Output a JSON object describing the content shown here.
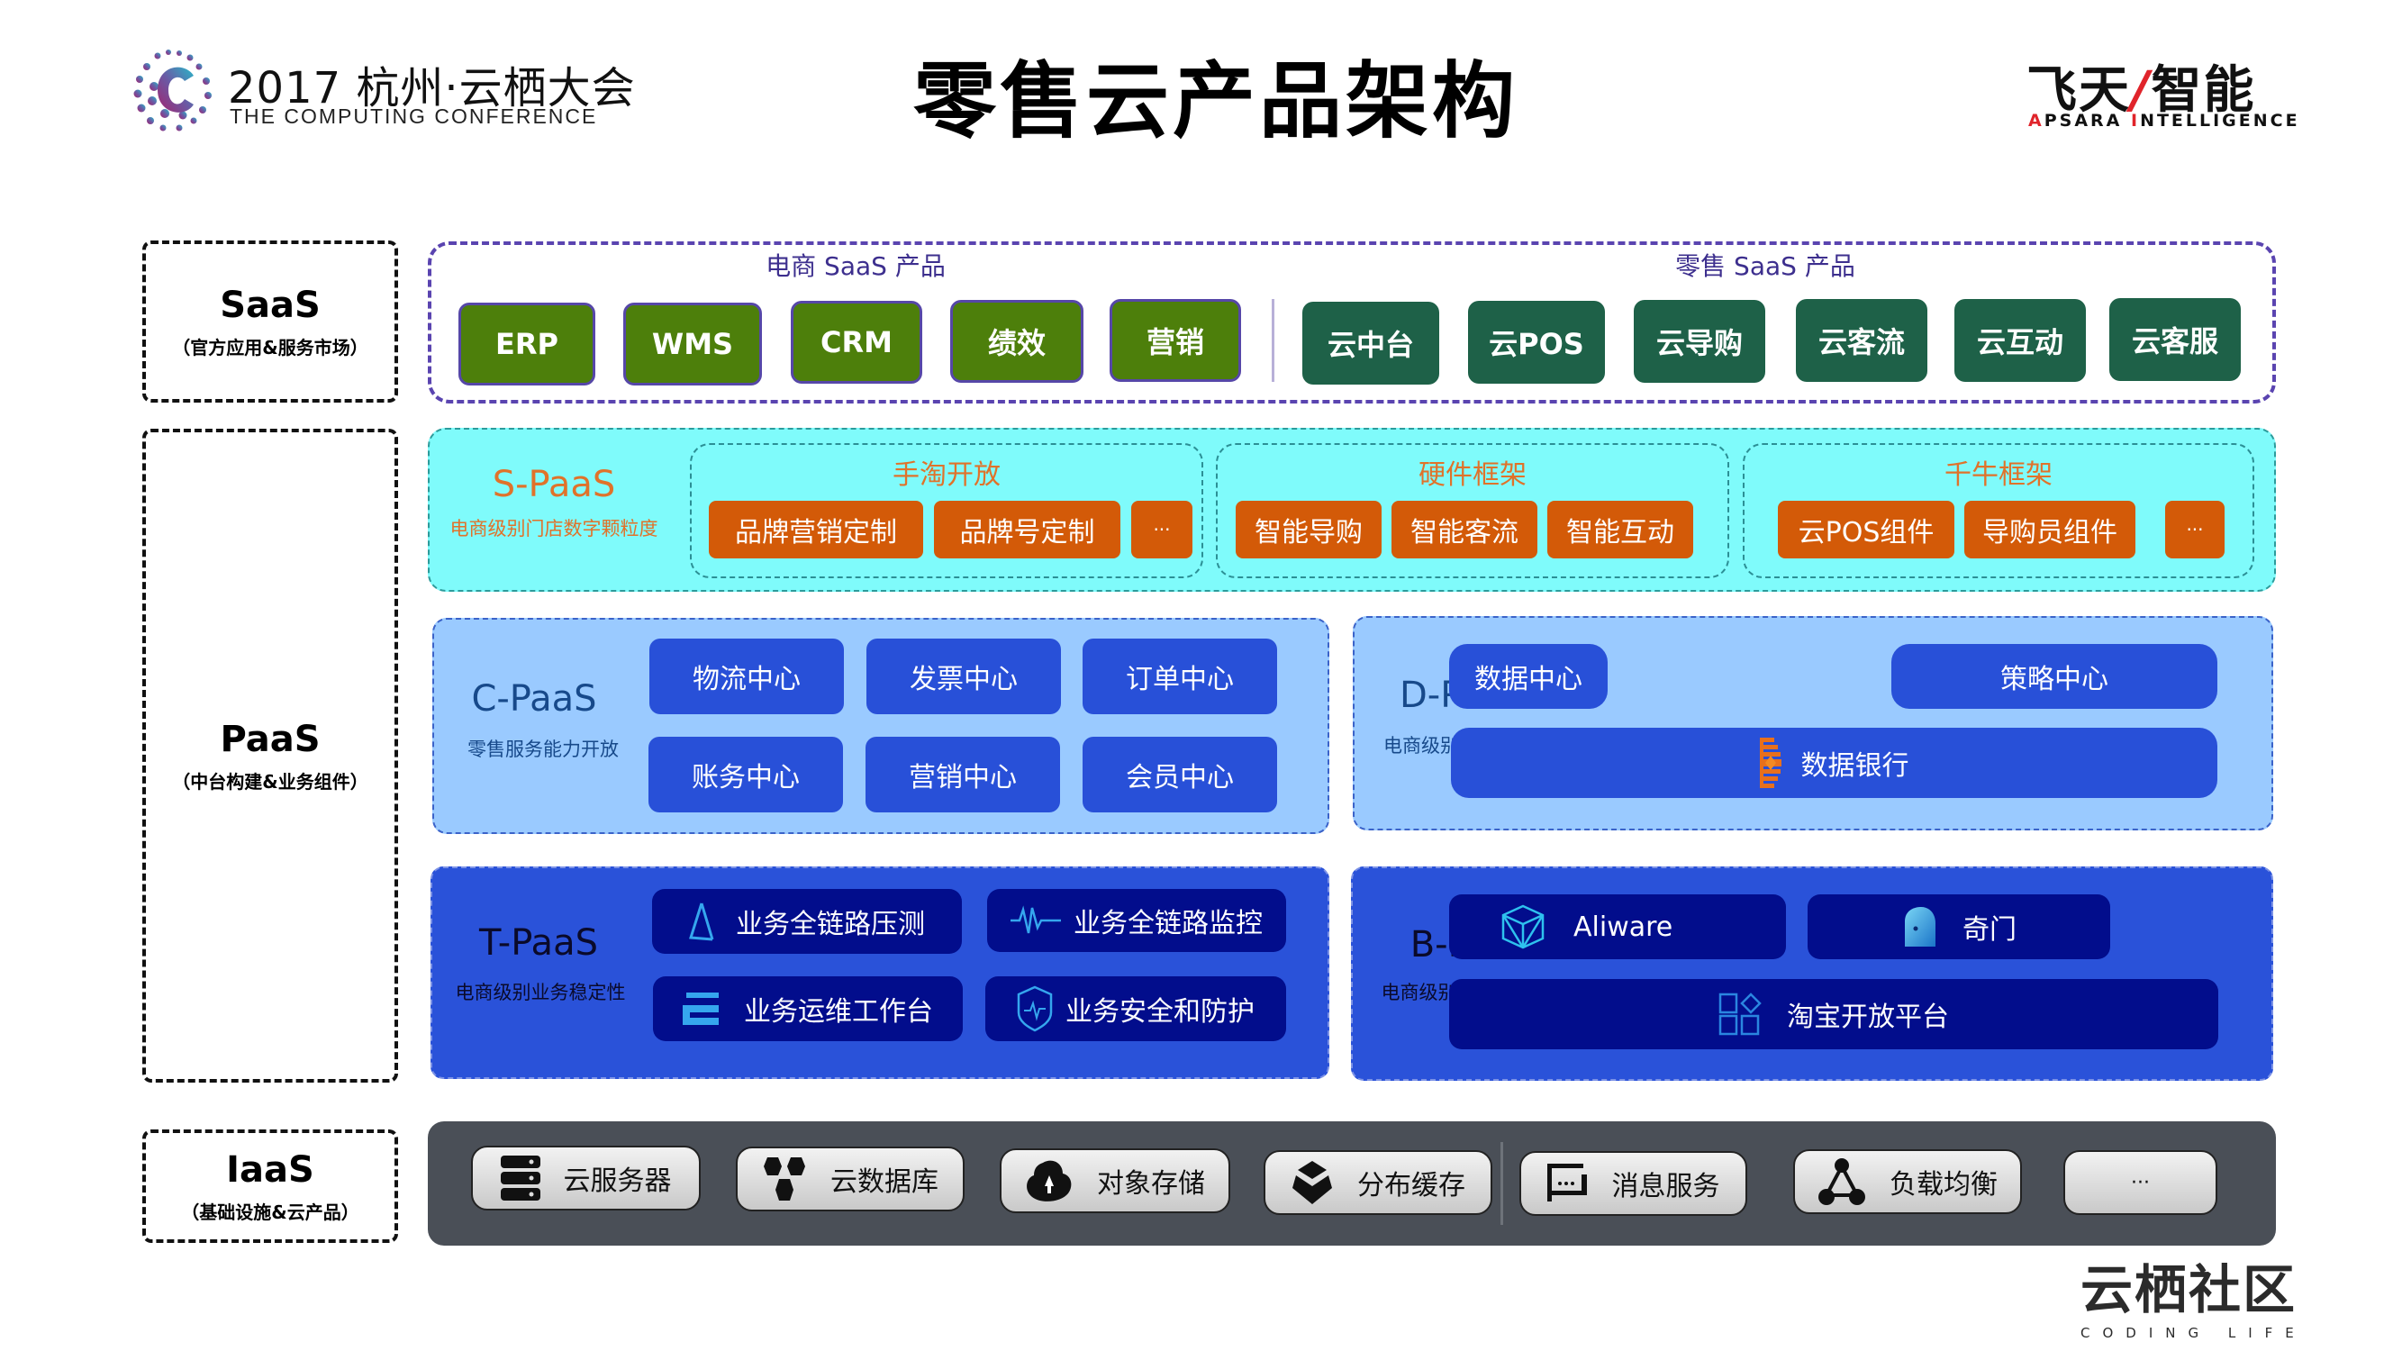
{
  "header": {
    "conference_title": "2017 杭州·云栖大会",
    "conference_subtitle": "THE COMPUTING CONFERENCE",
    "page_title": "零售云产品架构",
    "brand_zh_left": "飞天",
    "brand_slash": "/",
    "brand_zh_right": "智能",
    "brand_en_a": "A",
    "brand_en_psara": "PSARA ",
    "brand_en_i": "I",
    "brand_en_ntelligence": "NTELLIGENCE"
  },
  "tiers": {
    "saas": {
      "name": "SaaS",
      "sub": "（官方应用&服务市场）"
    },
    "paas": {
      "name": "PaaS",
      "sub": "（中台构建&业务组件）"
    },
    "iaas": {
      "name": "IaaS",
      "sub": "（基础设施&云产品）"
    }
  },
  "saas": {
    "ecommerce": {
      "title": "电商 SaaS 产品",
      "items": [
        "ERP",
        "WMS",
        "CRM",
        "绩效",
        "营销"
      ],
      "color": "#4d7f0b"
    },
    "retail": {
      "title": "零售 SaaS 产品",
      "items": [
        "云中台",
        "云POS",
        "云导购",
        "云客流",
        "云互动",
        "云客服"
      ],
      "color": "#1e6148"
    }
  },
  "spaas": {
    "label": "S-PaaS",
    "desc": "电商级别门店数字颗粒度",
    "groups": [
      {
        "title": "手淘开放",
        "items": [
          "品牌营销定制",
          "品牌号定制",
          "···"
        ]
      },
      {
        "title": "硬件框架",
        "items": [
          "智能导购",
          "智能客流",
          "智能互动"
        ]
      },
      {
        "title": "千牛框架",
        "items": [
          "云POS组件",
          "导购员组件",
          "···"
        ]
      }
    ],
    "color": "#d35a08"
  },
  "cpaas": {
    "label": "C-PaaS",
    "desc": "零售服务能力开放",
    "items": [
      "物流中心",
      "发票中心",
      "订单中心",
      "账务中心",
      "营销中心",
      "会员中心"
    ]
  },
  "dpaas": {
    "label": "D-PaaS",
    "desc": "电商级别数据能力",
    "items": [
      "数据中心",
      "策略中心"
    ],
    "wide_item": "数据银行",
    "wide_item_icon": "data-bank-icon"
  },
  "tpaas": {
    "label": "T-PaaS",
    "desc": "电商级别业务稳定性",
    "items": [
      {
        "label": "业务全链路压测",
        "icon": "triangle-icon"
      },
      {
        "label": "业务全链路监控",
        "icon": "pulse-icon"
      },
      {
        "label": "业务运维工作台",
        "icon": "ops-console-icon"
      },
      {
        "label": "业务安全和防护",
        "icon": "shield-icon"
      }
    ]
  },
  "bpaas": {
    "label": "B-PaaS",
    "desc": "电商级别业务灵活性",
    "items": [
      {
        "label": "Aliware",
        "icon": "cube-icon"
      },
      {
        "label": "奇门",
        "icon": "qimen-icon"
      }
    ],
    "wide_item": {
      "label": "淘宝开放平台",
      "icon": "apps-grid-icon"
    }
  },
  "iaas": {
    "items": [
      {
        "label": "云服务器",
        "icon": "server-icon"
      },
      {
        "label": "云数据库",
        "icon": "database-icon"
      },
      {
        "label": "对象存储",
        "icon": "object-storage-icon"
      },
      {
        "label": "分布缓存",
        "icon": "cache-icon"
      },
      {
        "label": "消息服务",
        "icon": "message-icon"
      },
      {
        "label": "负载均衡",
        "icon": "load-balancer-icon"
      },
      {
        "label": "···",
        "icon": ""
      }
    ]
  },
  "footer": {
    "logo_zh": "云栖社区",
    "logo_en": "CODING LIFE"
  }
}
